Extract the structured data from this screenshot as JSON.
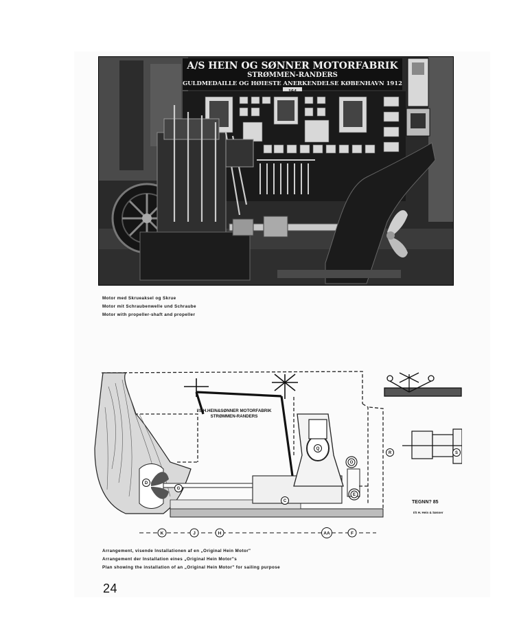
{
  "photo": {
    "sign": {
      "line1": "A/S HEIN OG SØNNER MOTORFABRIK",
      "line2": "STRØMMEN-RANDERS",
      "line3": "GULDMEDAILLE OG HØIESTE ANERKENDELSE KØBENHAVN 1912",
      "booth_number": "164"
    }
  },
  "captions": {
    "top": [
      "Motor med Skrueaksel og Skrue",
      "Motor mit Schraubenwelle und Schraube",
      "Motor with propeller-shaft and propeller"
    ],
    "bottom": [
      "Arrangement, visende Installationen af en „Original Hein Motor\"",
      "Arrangement der Installation eines „Original Hein Motor\"s",
      "Plan showing the installation of an „Original Hein Motor\" for sailing purpose"
    ]
  },
  "drawing": {
    "maker_label_line1": "I/S H.HEIN&SØNNER MOTORFABRIK",
    "maker_label_line2": "STRØMMEN-RANDERS",
    "drawing_number": "TEGNN? 85",
    "signature": "I/S H. Hein & Sønner",
    "part_letters": [
      "K",
      "J",
      "H",
      "AA",
      "F",
      "D",
      "G",
      "C",
      "Q",
      "O",
      "E",
      "R",
      "S"
    ]
  },
  "page_number": "24"
}
